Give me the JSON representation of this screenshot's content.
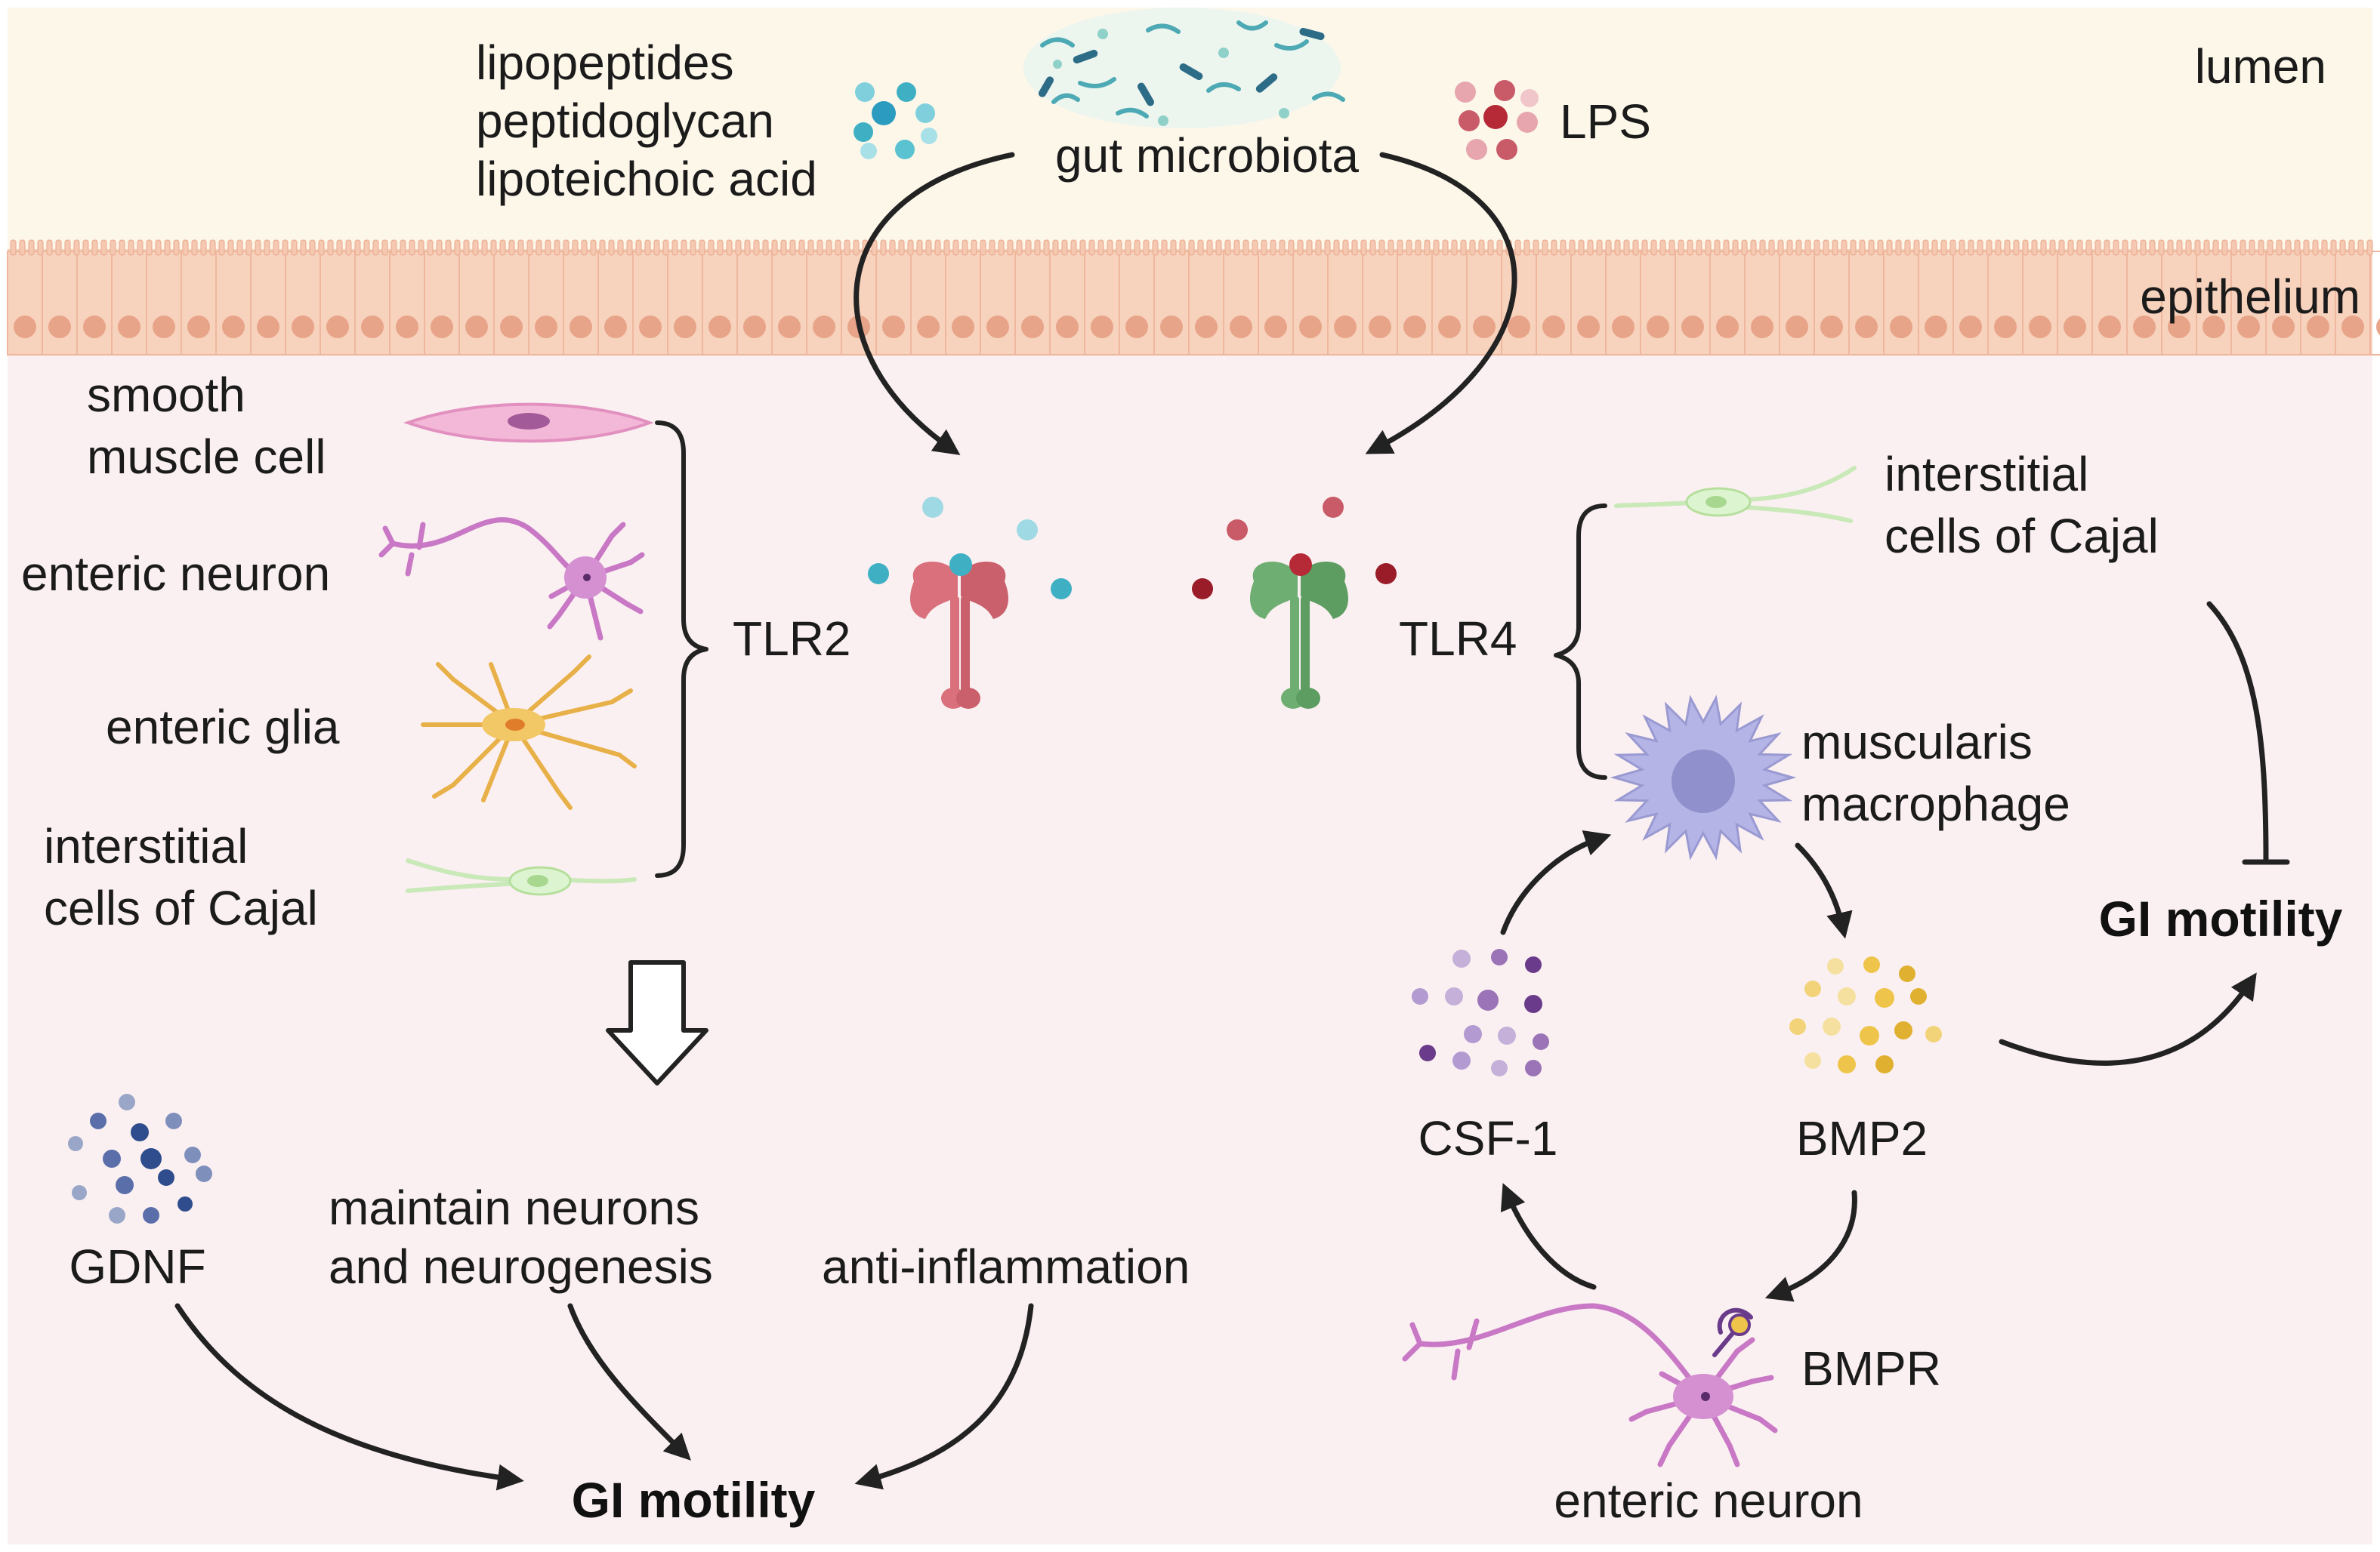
{
  "labels": {
    "lumen": "lumen",
    "epithelium": "epithelium",
    "gut_microbiota": "gut microbiota",
    "pamps_tlr2": [
      "lipopeptides",
      "peptidoglycan",
      "lipoteichoic acid"
    ],
    "lps": "LPS",
    "tlr2": "TLR2",
    "tlr4": "TLR4",
    "tlr2_cells": {
      "smooth_muscle": [
        "smooth",
        "muscle cell"
      ],
      "enteric_neuron": "enteric neuron",
      "enteric_glia": "enteric glia",
      "icc": [
        "interstitial",
        "cells of Cajal"
      ]
    },
    "tlr4_cells": {
      "icc": [
        "interstitial",
        "cells of Cajal"
      ],
      "macrophage": [
        "muscularis",
        "macrophage"
      ]
    },
    "gdnf": "GDNF",
    "maintain": [
      "maintain neurons",
      "and neurogenesis"
    ],
    "anti_inflammation": "anti-inflammation",
    "gi_motility_left": "GI motility",
    "gi_motility_right": "GI motility",
    "csf1": "CSF-1",
    "bmp2": "BMP2",
    "bmpr": "BMPR",
    "enteric_neuron_bottom": "enteric neuron"
  },
  "colors": {
    "lumen_bg": "#fdf7ea",
    "tissue_bg": "#fbf0f1",
    "epithelium_cell": "#f7d2bd",
    "epithelium_nucleus": "#e8a488",
    "tlr2_receptor": "#d9707c",
    "tlr4_receptor": "#6fae72",
    "tlr2_ligand": "#4dbcc9",
    "tlr4_ligand": "#b52a36",
    "smooth_muscle": "#e99ac5",
    "neuron": "#c878c5",
    "glia": "#e8b048",
    "icc": "#d8f0cc",
    "macrophage": "#a8a8dc",
    "gdnf_dots": "#5a6eaa",
    "csf1_dots": "#9a74b6",
    "bmp2_dots": "#eec54a"
  },
  "icons": [
    "bacteria-cluster-icon",
    "ligand-dots-icon",
    "tlr-receptor-icon",
    "cell-icon",
    "hollow-down-arrow-icon"
  ]
}
